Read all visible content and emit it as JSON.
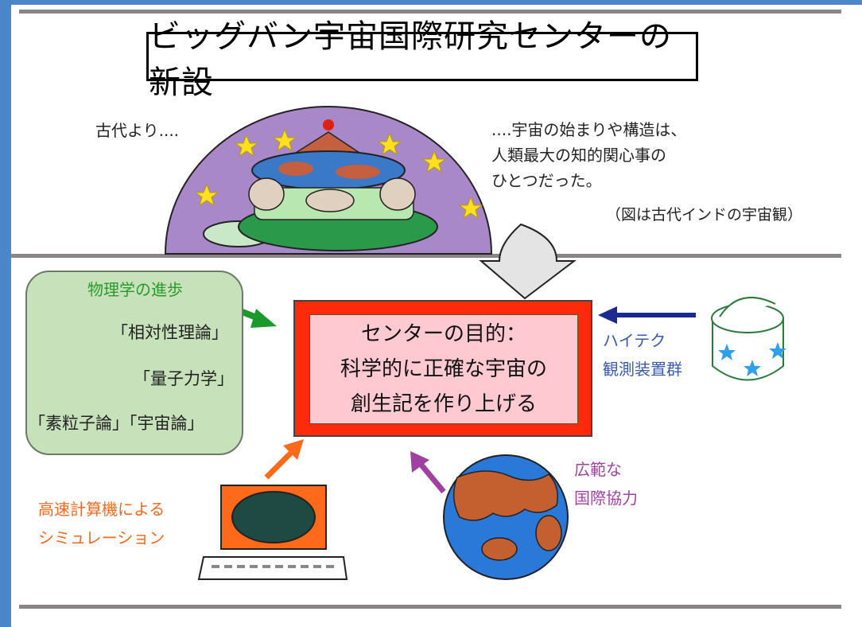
{
  "title": "ビッグバン宇宙国際研究センターの新設",
  "ancient": {
    "since": "古代より....",
    "caption_lines": [
      "....宇宙の始まりや構造は、",
      "人類最大の知的関心事の",
      "ひとつだった。"
    ],
    "note": "（図は古代インドの宇宙観）"
  },
  "center": {
    "lines": [
      "センターの目的：",
      "科学的に正確な宇宙の",
      "創生記を作り上げる"
    ]
  },
  "physics": {
    "heading": "物理学の進歩",
    "items": [
      "「相対性理論」",
      "「量子力学」",
      "「素粒子論」「宇宙論」"
    ]
  },
  "hightech": {
    "lines": [
      "ハイテク",
      "観測装置群"
    ]
  },
  "intl": {
    "lines": [
      "広範な",
      "国際協力"
    ]
  },
  "computer": {
    "lines": [
      "高速計算機による",
      "シミュレーション"
    ]
  },
  "colors": {
    "frame": "#4a86c8",
    "center_outer": "#ff2a0a",
    "center_inner": "#ffc9d2",
    "physics_bg": "#c7e2bb",
    "green_text": "#2a9a2a",
    "blue_text": "#3a5aaa",
    "purple_text": "#a040a0",
    "orange_text": "#f06a20"
  }
}
